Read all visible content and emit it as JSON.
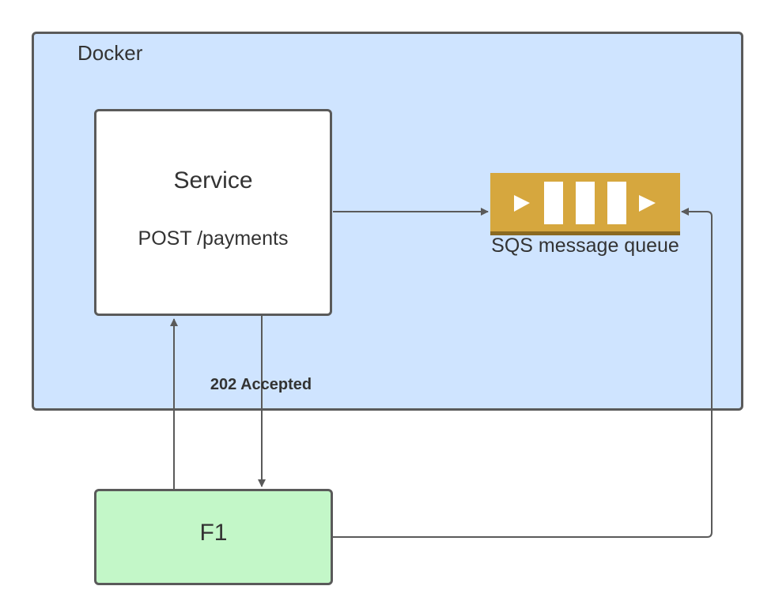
{
  "docker": {
    "label": "Docker"
  },
  "service": {
    "title": "Service",
    "endpoint": "POST /payments"
  },
  "f1": {
    "label": "F1"
  },
  "queue": {
    "label": "SQS message queue",
    "icon": "sqs-queue-icon",
    "color": "#d6a73e"
  },
  "edges": {
    "service_to_queue": {
      "label": ""
    },
    "f1_to_service": {
      "label": ""
    },
    "service_to_f1": {
      "label": "202 Accepted"
    },
    "f1_to_queue": {
      "label": ""
    }
  }
}
